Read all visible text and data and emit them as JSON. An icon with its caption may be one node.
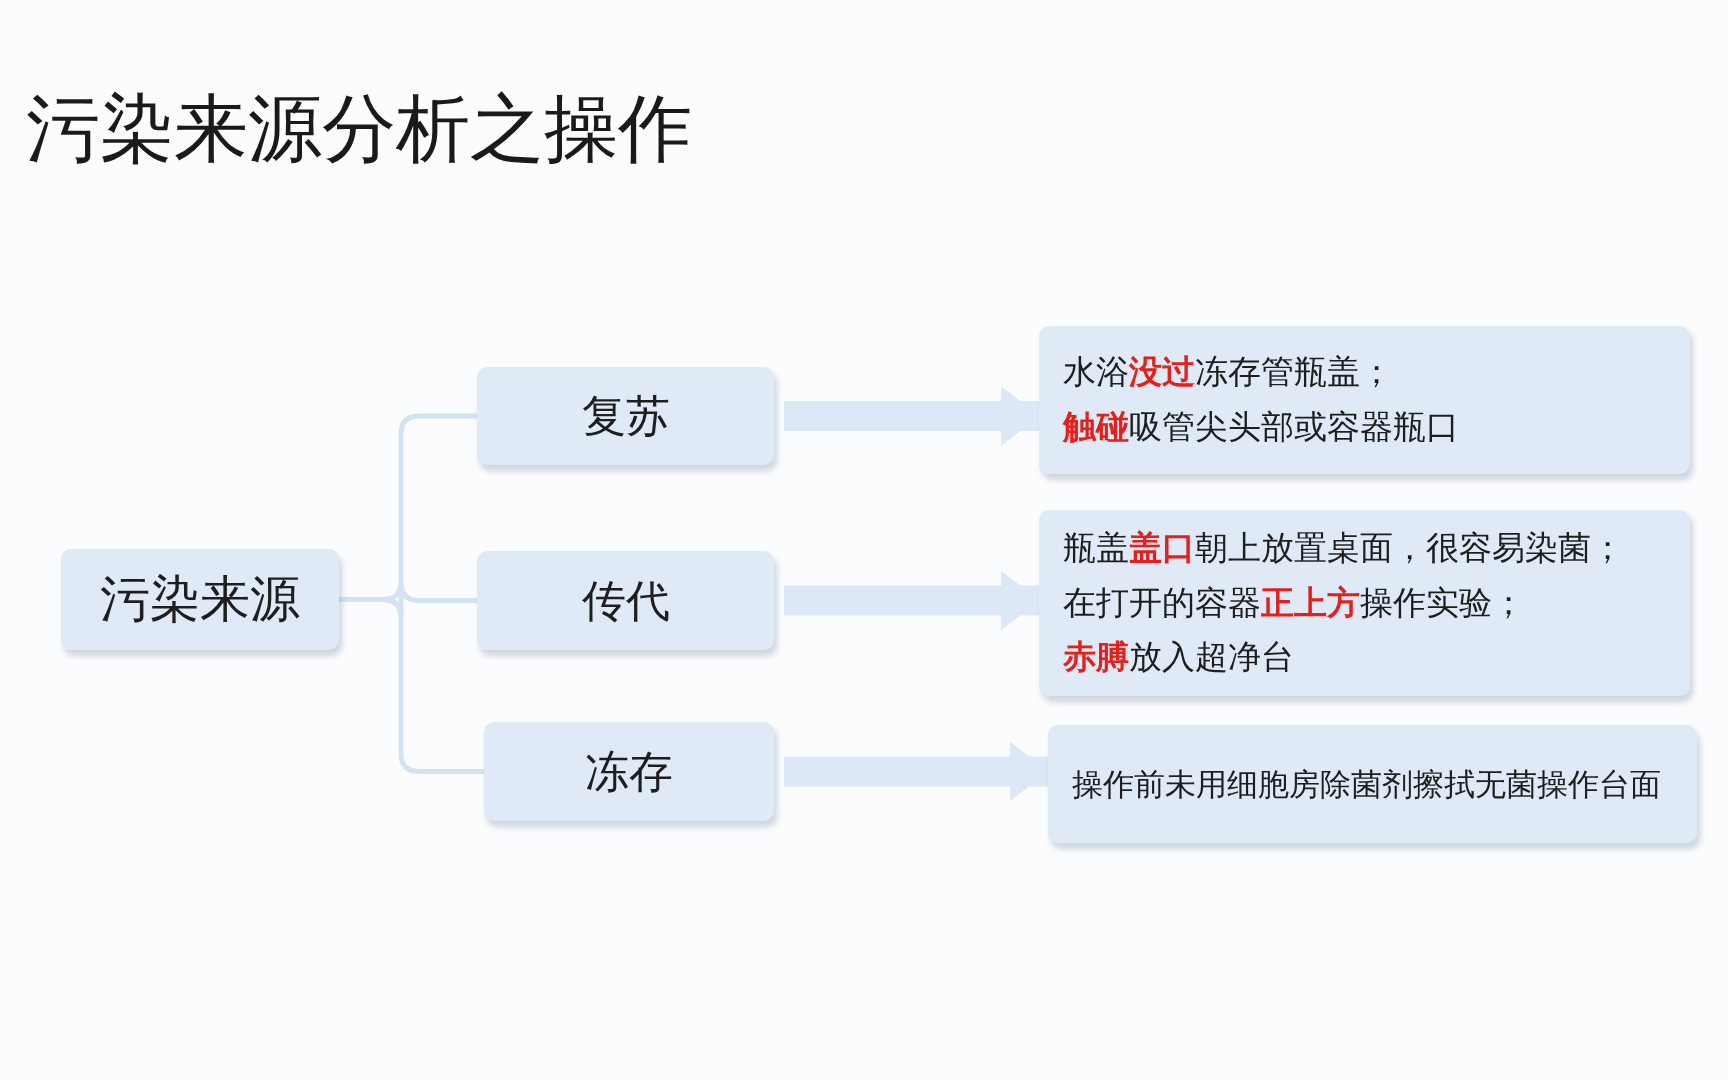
{
  "diagram": {
    "title": "污染来源分析之操作",
    "nodes": [
      {
        "text": [
          "污染来源"
        ]
      },
      {
        "text": [
          "复苏"
        ]
      },
      {
        "text": [
          "传代"
        ]
      },
      {
        "text": [
          "冻存"
        ]
      },
      {
        "text": [
          "水浴**没过**冻存管瓶盖；",
          "**触碰**吸管尖头部或容器瓶口"
        ]
      },
      {
        "text": [
          "瓶盖**盖口**朝上放置桌面，很容易染菌；",
          "在打开的容器**正上方**操作实验；",
          "**赤膊**放入超净台"
        ]
      },
      {
        "text": [
          "操作前未用细胞房除菌剂擦拭无菌操作台面"
        ]
      }
    ],
    "edges": [
      {
        "from": 0,
        "to": 1,
        "arrow": "none"
      },
      {
        "from": 0,
        "to": 2,
        "arrow": "none"
      },
      {
        "from": 0,
        "to": 3,
        "arrow": "none"
      },
      {
        "from": 1,
        "to": 4,
        "arrow": "to",
        "style": "thick"
      },
      {
        "from": 2,
        "to": 5,
        "arrow": "to",
        "style": "thick"
      },
      {
        "from": 3,
        "to": 6,
        "arrow": "to",
        "style": "thick"
      }
    ]
  }
}
